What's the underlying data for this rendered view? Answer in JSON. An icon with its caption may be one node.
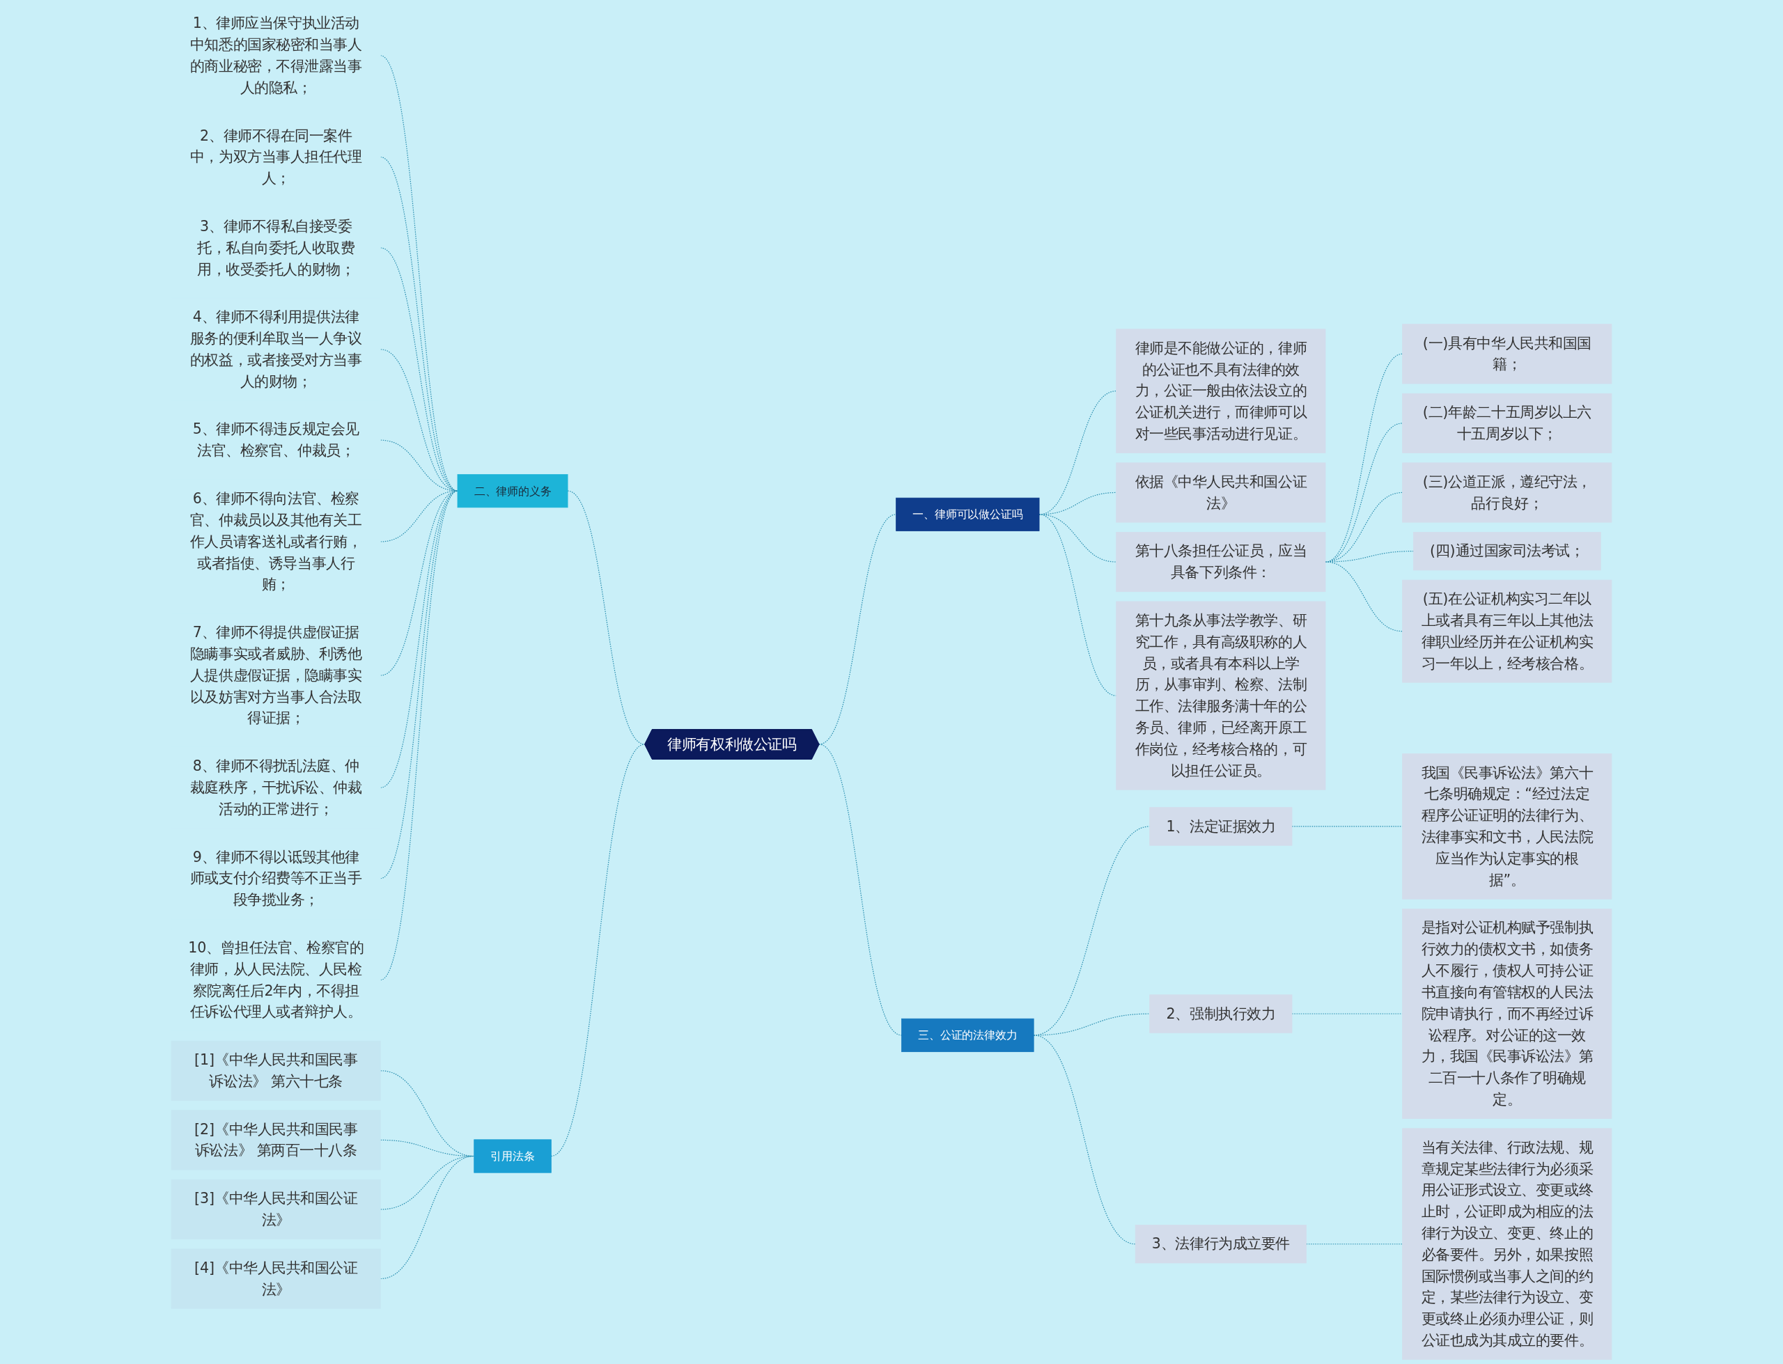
{
  "diagram": {
    "nodes": [
      {
        "text": [
          "律师有权利做公证吗"
        ]
      },
      {
        "text": [
          "一、律师可以做公证吗"
        ]
      },
      {
        "text": [
          "律师是不能做公证的，律师的公证也不具有法律的效力，公证一般由依法设立的公证机关进行，而律师可以对一些民事活动进行见证。"
        ]
      },
      {
        "text": [
          "依据《中华人民共和国公证法》"
        ]
      },
      {
        "text": [
          "第十八条担任公证员，应当具备下列条件："
        ]
      },
      {
        "text": [
          "(一)具有中华人民共和国国籍；"
        ]
      },
      {
        "text": [
          "(二)年龄二十五周岁以上六十五周岁以下；"
        ]
      },
      {
        "text": [
          "(三)公道正派，遵纪守法，品行良好；"
        ]
      },
      {
        "text": [
          "(四)通过国家司法考试；"
        ]
      },
      {
        "text": [
          "(五)在公证机构实习二年以上或者具有三年以上其他法律职业经历并在公证机构实习一年以上，经考核合格。"
        ]
      },
      {
        "text": [
          "第十九条从事法学教学、研究工作，具有高级职称的人员，或者具有本科以上学历，从事审判、检察、法制工作、法律服务满十年的公务员、律师，已经离开原工作岗位，经考核合格的，可以担任公证员。"
        ]
      },
      {
        "text": [
          "三、公证的法律效力"
        ]
      },
      {
        "text": [
          "1、法定证据效力"
        ]
      },
      {
        "text": [
          "我国《民事诉讼法》第六十七条明确规定：“经过法定程序公证证明的法律行为、法律事实和文书，人民法院应当作为认定事实的根据”。"
        ]
      },
      {
        "text": [
          "2、强制执行效力"
        ]
      },
      {
        "text": [
          "是指对公证机构赋予强制执行效力的债权文书，如债务人不履行，债权人可持公证书直接向有管辖权的人民法院申请执行，而不再经过诉讼程序。对公证的这一效力，我国《民事诉讼法》第二百一十八条作了明确规定。"
        ]
      },
      {
        "text": [
          "3、法律行为成立要件"
        ]
      },
      {
        "text": [
          "当有关法律、行政法规、规章规定某些法律行为必须采用公证形式设立、变更或终止时，公证即成为相应的法律行为设立、变更、终止的必备要件。另外，如果按照国际惯例或当事人之间的约定，某些法律行为设立、变更或终止必须办理公证，则公证也成为其成立的要件。"
        ]
      },
      {
        "text": [
          "二、律师的义务"
        ]
      },
      {
        "text": [
          "1、律师应当保守执业活动中知悉的国家秘密和当事人的商业秘密，不得泄露当事人的隐私；"
        ]
      },
      {
        "text": [
          "2、律师不得在同一案件中，为双方当事人担任代理人；"
        ]
      },
      {
        "text": [
          "3、律师不得私自接受委托，私自向委托人收取费用，收受委托人的财物；"
        ]
      },
      {
        "text": [
          "4、律师不得利用提供法律服务的便利牟取当一人争议的权益，或者接受对方当事人的财物；"
        ]
      },
      {
        "text": [
          "5、律师不得违反规定会见法官、检察官、仲裁员；"
        ]
      },
      {
        "text": [
          "6、律师不得向法官、检察官、仲裁员以及其他有关工作人员请客送礼或者行贿，或者指使、诱导当事人行贿；"
        ]
      },
      {
        "text": [
          "7、律师不得提供虚假证据隐瞒事实或者威胁、利诱他人提供虚假证据，隐瞒事实以及妨害对方当事人合法取得证据；"
        ]
      },
      {
        "text": [
          "8、律师不得扰乱法庭、仲裁庭秩序，干扰诉讼、仲裁活动的正常进行；"
        ]
      },
      {
        "text": [
          "9、律师不得以诋毁其他律师或支付介绍费等不正当手段争揽业务；"
        ]
      },
      {
        "text": [
          "10、曾担任法官、检察官的律师，从人民法院、人民检察院离任后2年内，不得担任诉讼代理人或者辩护人。"
        ]
      },
      {
        "text": [
          "引用法条"
        ]
      },
      {
        "text": [
          "[1]《中华人民共和国民事诉讼法》 第六十七条"
        ]
      },
      {
        "text": [
          "[2]《中华人民共和国民事诉讼法》 第两百一十八条"
        ]
      },
      {
        "text": [
          "[3]《中华人民共和国公证法》"
        ]
      },
      {
        "text": [
          "[4]《中华人民共和国公证法》"
        ]
      }
    ],
    "edges": [
      {
        "from": 0,
        "to": 1,
        "arrow": "none",
        "style": "dashed"
      },
      {
        "from": 1,
        "to": 2,
        "arrow": "none",
        "style": "dashed"
      },
      {
        "from": 1,
        "to": 3,
        "arrow": "none",
        "style": "dashed"
      },
      {
        "from": 1,
        "to": 4,
        "arrow": "none",
        "style": "dashed"
      },
      {
        "from": 4,
        "to": 5,
        "arrow": "none",
        "style": "dashed"
      },
      {
        "from": 4,
        "to": 6,
        "arrow": "none",
        "style": "dashed"
      },
      {
        "from": 4,
        "to": 7,
        "arrow": "none",
        "style": "dashed"
      },
      {
        "from": 4,
        "to": 8,
        "arrow": "none",
        "style": "dashed"
      },
      {
        "from": 4,
        "to": 9,
        "arrow": "none",
        "style": "dashed"
      },
      {
        "from": 1,
        "to": 10,
        "arrow": "none",
        "style": "dashed"
      },
      {
        "from": 0,
        "to": 11,
        "arrow": "none",
        "style": "dashed"
      },
      {
        "from": 11,
        "to": 12,
        "arrow": "none",
        "style": "dashed"
      },
      {
        "from": 12,
        "to": 13,
        "arrow": "none",
        "style": "dashed"
      },
      {
        "from": 11,
        "to": 14,
        "arrow": "none",
        "style": "dashed"
      },
      {
        "from": 14,
        "to": 15,
        "arrow": "none",
        "style": "dashed"
      },
      {
        "from": 11,
        "to": 16,
        "arrow": "none",
        "style": "dashed"
      },
      {
        "from": 16,
        "to": 17,
        "arrow": "none",
        "style": "dashed"
      },
      {
        "from": 18,
        "to": 0,
        "arrow": "none",
        "style": "dashed"
      },
      {
        "from": 19,
        "to": 18,
        "arrow": "none",
        "style": "dashed"
      },
      {
        "from": 20,
        "to": 18,
        "arrow": "none",
        "style": "dashed"
      },
      {
        "from": 21,
        "to": 18,
        "arrow": "none",
        "style": "dashed"
      },
      {
        "from": 22,
        "to": 18,
        "arrow": "none",
        "style": "dashed"
      },
      {
        "from": 23,
        "to": 18,
        "arrow": "none",
        "style": "dashed"
      },
      {
        "from": 24,
        "to": 18,
        "arrow": "none",
        "style": "dashed"
      },
      {
        "from": 25,
        "to": 18,
        "arrow": "none",
        "style": "dashed"
      },
      {
        "from": 26,
        "to": 18,
        "arrow": "none",
        "style": "dashed"
      },
      {
        "from": 27,
        "to": 18,
        "arrow": "none",
        "style": "dashed"
      },
      {
        "from": 28,
        "to": 18,
        "arrow": "none",
        "style": "dashed"
      },
      {
        "from": 29,
        "to": 0,
        "arrow": "none",
        "style": "dashed"
      },
      {
        "from": 30,
        "to": 29,
        "arrow": "none",
        "style": "dashed"
      },
      {
        "from": 31,
        "to": 29,
        "arrow": "none",
        "style": "dashed"
      },
      {
        "from": 32,
        "to": 29,
        "arrow": "none",
        "style": "dashed"
      },
      {
        "from": 33,
        "to": 29,
        "arrow": "none",
        "style": "dashed"
      }
    ]
  }
}
